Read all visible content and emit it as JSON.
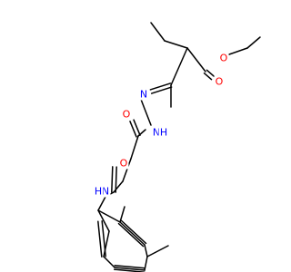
{
  "molecule": {
    "atom_labels": [
      {
        "id": "O_ester_single",
        "text": "O",
        "color": "#ff0000"
      },
      {
        "id": "O_ester_carbonyl",
        "text": "O",
        "color": "#ff0000"
      },
      {
        "id": "N_imine",
        "text": "N",
        "color": "#0000ff"
      },
      {
        "id": "N_hydrazide",
        "text": "N",
        "color": "#0000ff"
      },
      {
        "id": "H_hydrazide",
        "text": "H",
        "color": "#0000ff"
      },
      {
        "id": "O_hydrazide_carbonyl",
        "text": "O",
        "color": "#ff0000"
      },
      {
        "id": "O_amide_carbonyl",
        "text": "O",
        "color": "#ff0000"
      },
      {
        "id": "N_amide",
        "text": "N",
        "color": "#0000ff"
      },
      {
        "id": "H_amide",
        "text": "H",
        "color": "#0000ff"
      }
    ]
  }
}
